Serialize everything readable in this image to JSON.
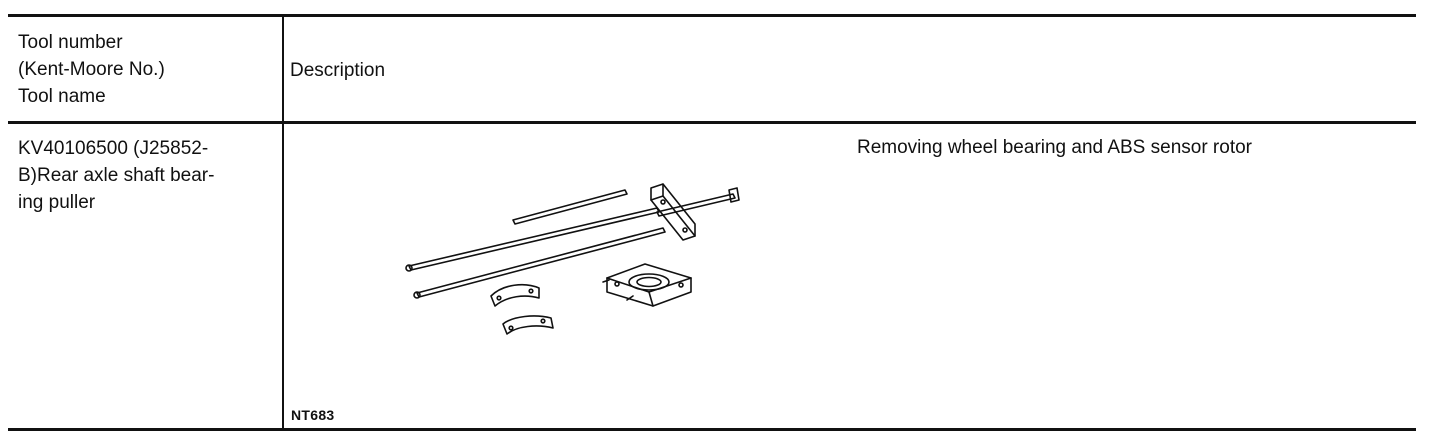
{
  "table": {
    "header": {
      "col1_lines": [
        "Tool number",
        "(Kent-Moore No.)",
        "Tool name"
      ],
      "col2": "Description"
    },
    "rows": [
      {
        "tool_lines": [
          "KV40106500 (J25852-",
          "B)Rear axle shaft bear-",
          "ing puller"
        ],
        "description": "Removing wheel bearing and ABS sensor rotor",
        "illustration_code": "NT683"
      }
    ]
  }
}
